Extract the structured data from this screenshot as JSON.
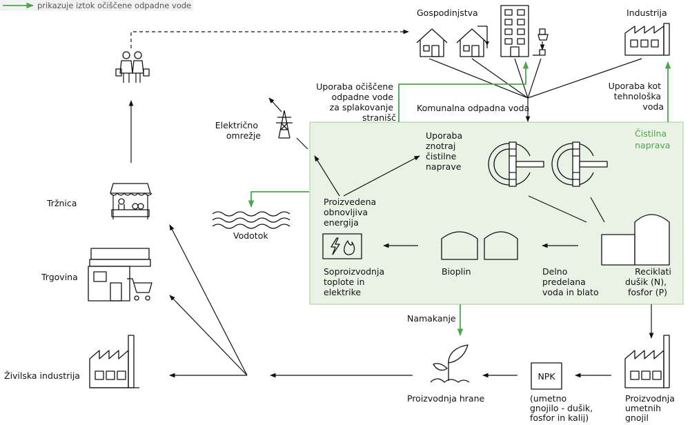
{
  "colors": {
    "green": "#4aa84a",
    "panel_fill": "#e9f2e4",
    "panel_stroke": "#9fce8f",
    "line": "#111111"
  },
  "legend": {
    "text": "prikazuje iztok očiščene odpadne vode"
  },
  "labels": {
    "households": "Gospodinjstva",
    "industry": "Industrija",
    "toilet_reuse": [
      "Uporaba očiščene",
      "odpadne vode",
      "za splakovanje",
      "stranišč"
    ],
    "tech_water": [
      "Uporaba kot",
      "tehnološka",
      "voda"
    ],
    "municipal_wastewater": "Komunalna odpadna voda",
    "electric_grid": [
      "Električno",
      "omrežje"
    ],
    "plant": [
      "Čistilna",
      "naprava"
    ],
    "internal_use": [
      "Uporaba",
      "znotraj",
      "čistilne",
      "naprave"
    ],
    "renewable_energy": [
      "Proizvedena",
      "obnovljiva",
      "energija"
    ],
    "watercourse": "Vodotok",
    "cogeneration": [
      "Soproizvodnja",
      "toplote in",
      "elektrike"
    ],
    "biogas": "Bioplin",
    "treated_sludge": [
      "Delno",
      "predelana",
      "voda in blato"
    ],
    "recyclates": [
      "Reciklati",
      "dušik (N),",
      "fosfor (P)"
    ],
    "market": "Tržnica",
    "shop": "Trgovina",
    "food_industry": "Živilska industrija",
    "irrigation": "Namakanje",
    "food_production": "Proizvodnja hrane",
    "npk_box": "NPK",
    "npk_desc": [
      "(umetno",
      "gnojilo - dušik,",
      "fosfor in kalij)"
    ],
    "fertilizer_production": [
      "Proizvodnja",
      "umetnih",
      "gnojil"
    ]
  },
  "icons": [
    "consumers-icon",
    "house-icon",
    "house-pump-icon",
    "apartment-building-icon",
    "toilet-icon",
    "factory-icon",
    "power-pylon-icon",
    "clarifier-icon",
    "digester-tank-icon",
    "cogeneration-icon",
    "biogas-tank-icon",
    "water-waves-icon",
    "market-stall-icon",
    "shop-icon",
    "plant-sprout-icon"
  ]
}
